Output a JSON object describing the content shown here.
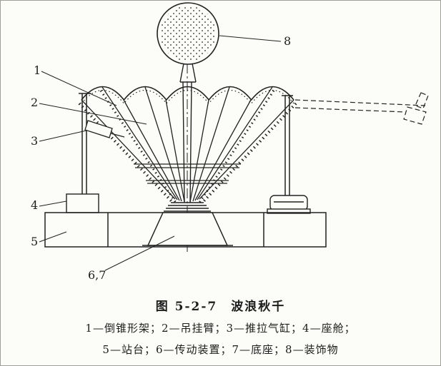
{
  "figure": {
    "caption_title": "图 5-2-7　波浪秋千",
    "legend_line1": "1—倒锥形架；2—吊挂臂；3—推拉气缸；4—座舱；",
    "legend_line2": "5—站台；6—传动装置；7—底座；8—装饰物"
  },
  "part_labels": {
    "inverted_cone_frame": "1",
    "hanging_arm": "2",
    "push_pull_cylinder": "3",
    "cabin": "4",
    "platform": "5",
    "drive_and_base": "6,7",
    "decoration": "8"
  },
  "colors": {
    "ink": "#222222",
    "paper": "#fcfcf9"
  }
}
